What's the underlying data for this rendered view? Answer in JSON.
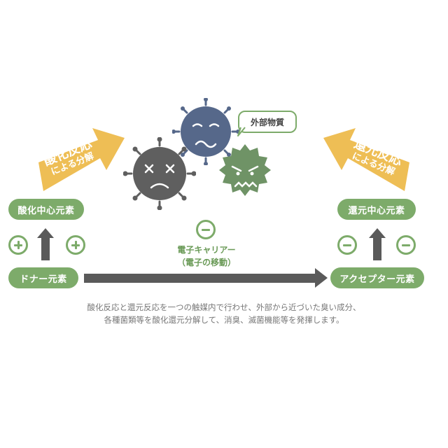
{
  "labels": {
    "oxidation_center": "酸化中心元素",
    "reduction_center": "還元中心元素",
    "donor": "ドナー元素",
    "acceptor": "アクセプター元素",
    "oxidation_reaction_line1": "酸化反応",
    "oxidation_reaction_line2": "による分解",
    "reduction_reaction_line1": "還元反応",
    "reduction_reaction_line2": "による分解",
    "external_substance": "外部物質",
    "electron_carrier": "電子キャリアー",
    "electron_move": "（電子の移動）"
  },
  "caption": {
    "line1": "酸化反応と還元反応を一つの触媒内で行わせ、外部から近づいた臭い成分、",
    "line2": "各種菌類等を酸化還元分解して、消臭、滅菌機能等を発揮します。"
  },
  "colors": {
    "green": "#7dab6a",
    "yellow": "#eebe55",
    "dark_gray": "#5a5a5a",
    "virus_blue": "#56688a",
    "virus_gray": "#5f5f5f",
    "virus_green": "#6f9366"
  }
}
